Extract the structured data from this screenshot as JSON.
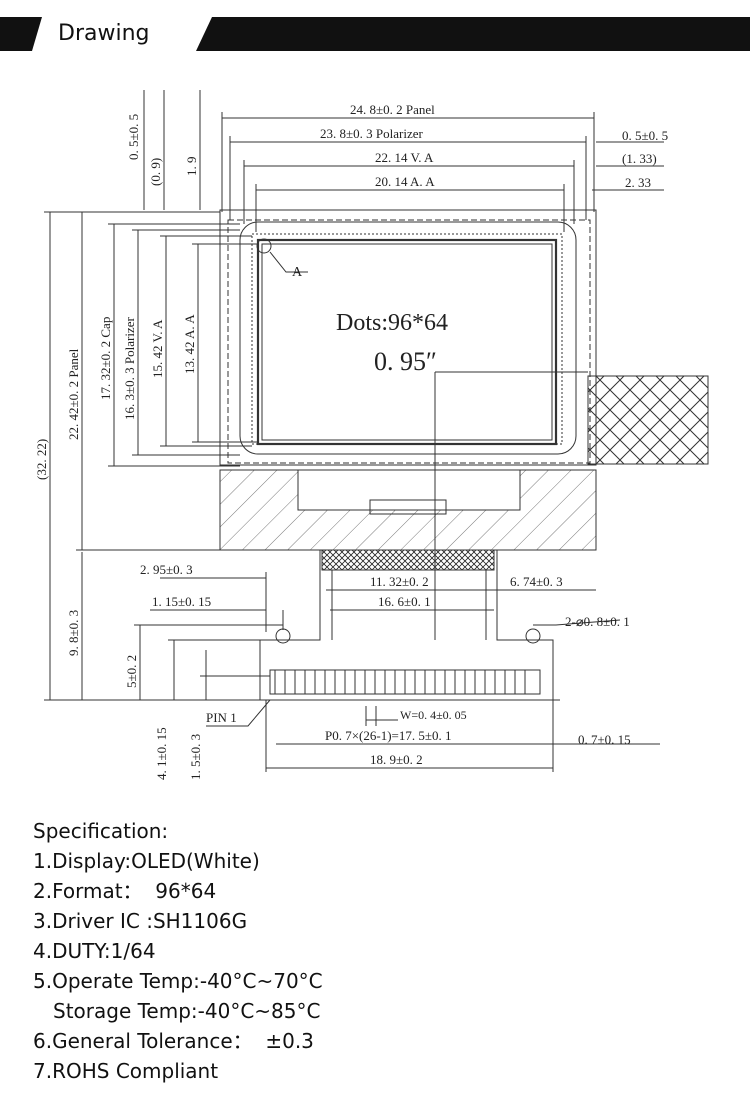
{
  "banner": {
    "title": "Drawing"
  },
  "drawing": {
    "dims": {
      "panel_w": "24. 8±0. 2 Panel",
      "polarizer_w": "23. 8±0. 3 Polarizer",
      "va_w": "22. 14 V. A",
      "aa_w": "20. 14 A. A",
      "right_05": "0. 5±0. 5",
      "right_133": "(1. 33)",
      "right_233": "2. 33",
      "top_05": "0. 5±0. 5",
      "top_09": "(0. 9)",
      "top_19": "1. 9",
      "total_h": "(32. 22)",
      "panel_h": "22. 42±0. 2 Panel",
      "cap_h": "17. 32±0. 2 Cap",
      "polarizer_h": "16. 3±0. 3 Polarizer",
      "va_h": "15. 42 V. A",
      "aa_h": "13. 42 A. A",
      "fpc_h": "9. 8±0. 3",
      "d_295": "2. 95±0. 3",
      "d_1132": "11. 32±0. 2",
      "d_674": "6. 74±0. 3",
      "d_115": "1. 15±0. 15",
      "d_166": "16. 6±0. 1",
      "holes": "2-⌀0. 8±0. 1",
      "d_5": "5±0. 2",
      "d_41": "4. 1±0. 15",
      "d_15": "1. 5±0. 3",
      "pin1": "PIN 1",
      "w": "W=0. 4±0. 05",
      "pitch": "P0. 7×(26-1)=17. 5±0. 1",
      "d_07": "0. 7±0. 15",
      "d_189": "18. 9±0. 2",
      "marker_a": "A"
    },
    "display_label": "Dots:96*64",
    "size_label": "0. 95″"
  },
  "spec": {
    "heading": "Specification:",
    "lines": [
      "1.Display:OLED(White)",
      "2.Format：  96*64",
      "3.Driver IC :SH1106G",
      "4.DUTY:1/64",
      "5.Operate Temp:-40°C~70°C",
      "Storage Temp:-40°C~85°C",
      "6.General Tolerance：  ±0.3",
      "7.ROHS Compliant"
    ]
  }
}
